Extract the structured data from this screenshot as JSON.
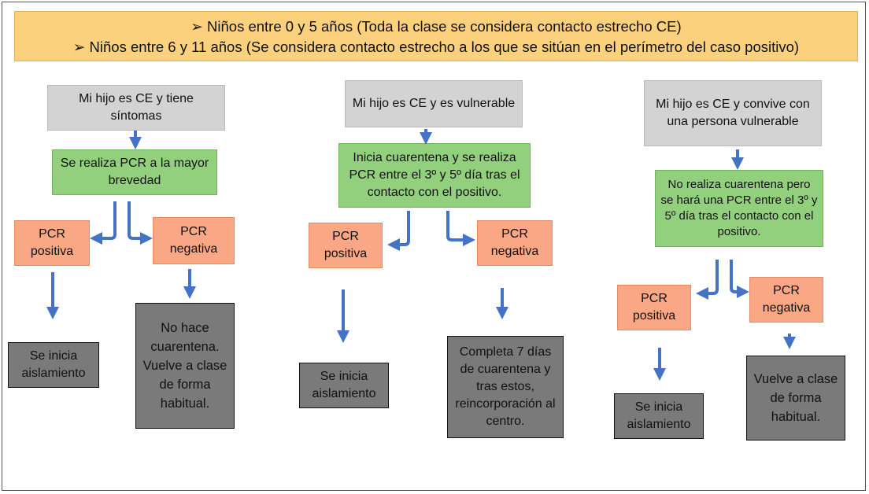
{
  "banner": {
    "line1": "➢ Niños entre 0 y 5 años (Toda la clase se considera contacto estrecho CE)",
    "line2": "➢ Niños entre 6 y 11 años (Se considera contacto estrecho a los que se sitúan en el perímetro del caso positivo)"
  },
  "col1": {
    "header": "Mi hijo es CE y tiene síntomas",
    "action": "Se realiza PCR a la mayor brevedad",
    "positive": "PCR positiva",
    "negative": "PCR negativa",
    "positive_result": "Se inicia aislamiento",
    "negative_result": "No hace cuarentena. Vuelve a clase de forma habitual."
  },
  "col2": {
    "header": "Mi hijo es CE y es vulnerable",
    "action": "Inicia cuarentena y se realiza PCR entre el 3º y 5º día tras el contacto con el positivo.",
    "positive": "PCR positiva",
    "negative": "PCR negativa",
    "positive_result": "Se inicia aislamiento",
    "negative_result": "Completa 7 días de cuarentena y tras estos, reincorporación al centro."
  },
  "col3": {
    "header": "Mi hijo es CE y  convive con una persona vulnerable",
    "action": "No realiza cuarentena pero se hará una PCR entre el 3º y 5º día tras el contacto con el positivo.",
    "positive": "PCR positiva",
    "negative": "PCR negativa",
    "positive_result": "Se inicia aislamiento",
    "negative_result": "Vuelve a clase de forma habitual."
  },
  "colors": {
    "banner": "#fcd17e",
    "gray": "#d3d3d3",
    "green": "#93d07e",
    "orange": "#f9a785",
    "dark": "#7a7a7a",
    "arrow": "#4472c4"
  }
}
